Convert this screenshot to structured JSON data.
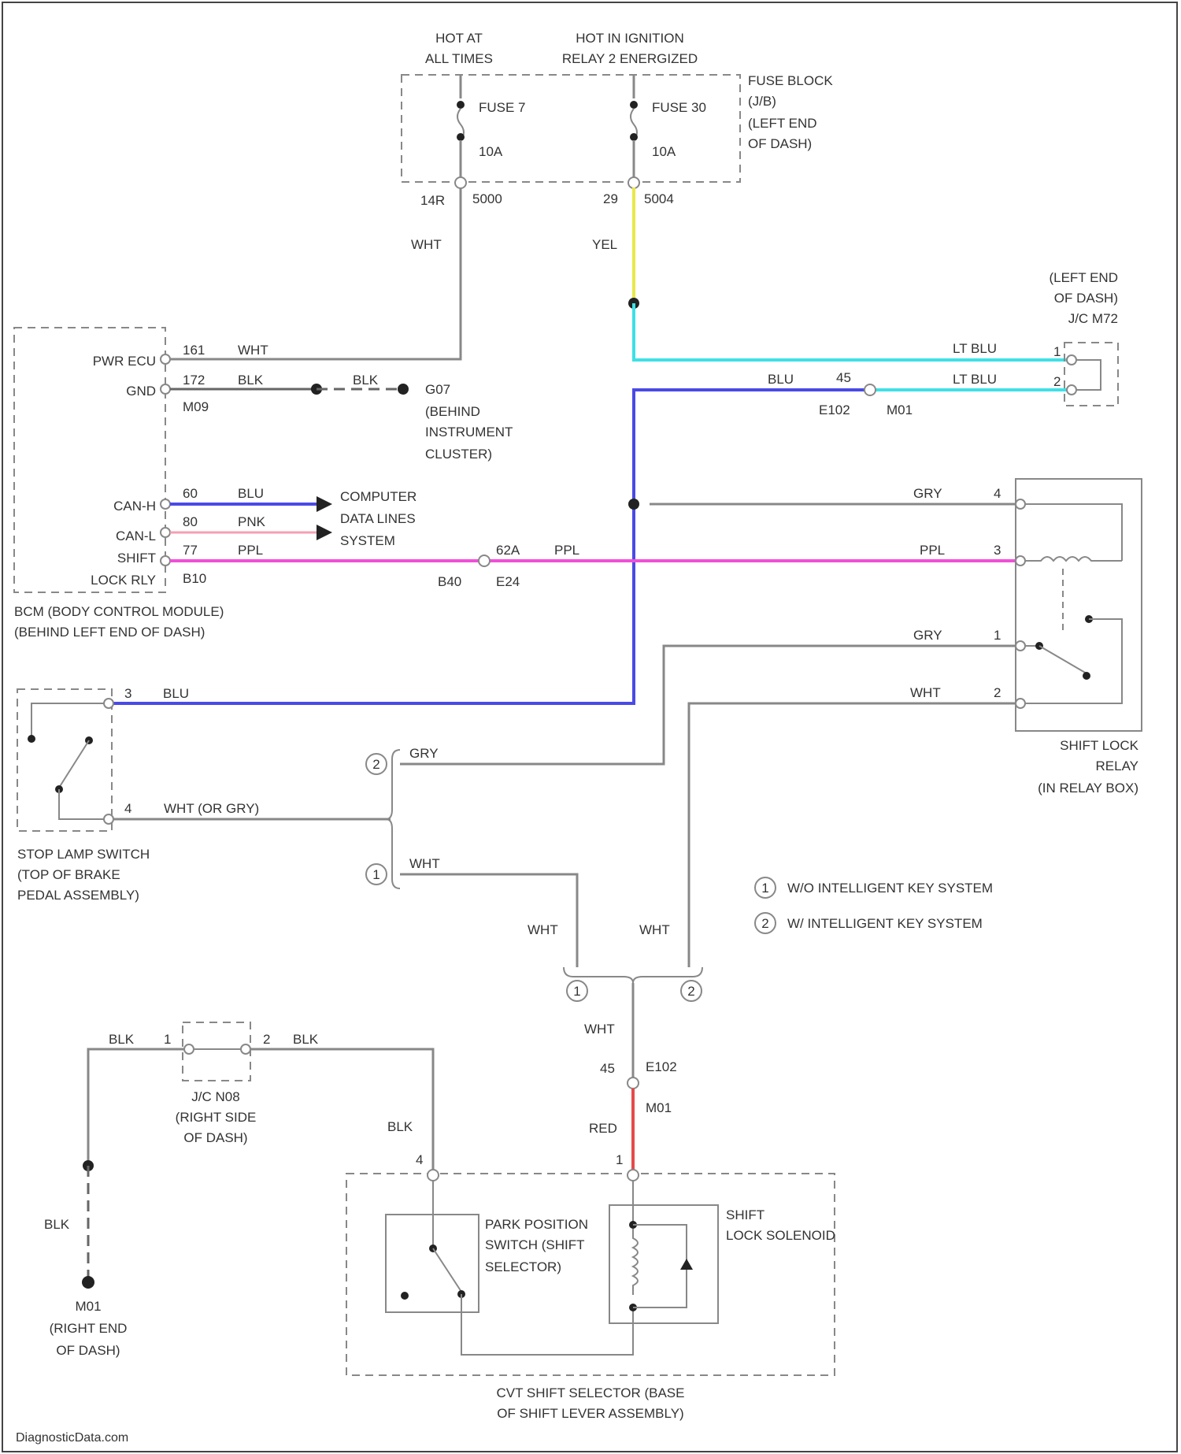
{
  "fuse_block": {
    "hot_at_all_times": [
      "HOT AT",
      "ALL TIMES"
    ],
    "hot_in_ignition": [
      "HOT IN IGNITION",
      "RELAY 2 ENERGIZED"
    ],
    "fuse_7": "FUSE 7",
    "fuse_7_amps": "10A",
    "fuse_30": "FUSE 30",
    "fuse_30_amps": "10A",
    "label": [
      "FUSE BLOCK",
      "(J/B)",
      "(LEFT END",
      "OF DASH)"
    ],
    "pin_left": "14R",
    "conn_left": "5000",
    "pin_right": "29",
    "conn_right": "5004"
  },
  "wires": {
    "wht": "WHT",
    "yel": "YEL",
    "blk": "BLK",
    "blu": "BLU",
    "lt_blu": "LT BLU",
    "pnk": "PNK",
    "ppl": "PPL",
    "gry": "GRY",
    "red": "RED",
    "wht_or_gry": "WHT  (OR GRY)"
  },
  "bcm": {
    "pwr_ecu": "PWR ECU",
    "gnd": "GND",
    "can_h": "CAN-H",
    "can_l": "CAN-L",
    "shift": "SHIFT",
    "lock_rly": "LOCK RLY",
    "pin_pwr": "161",
    "pin_gnd": "172",
    "conn_gnd": "M09",
    "pin_canh": "60",
    "pin_canl": "80",
    "pin_shift": "77",
    "conn_shift": "B10",
    "label": [
      "BCM (BODY CONTROL MODULE)",
      "(BEHIND LEFT END OF DASH)"
    ]
  },
  "ground_g07": {
    "label": [
      "G07",
      "(BEHIND",
      "INSTRUMENT",
      "CLUSTER)"
    ]
  },
  "data_lines": {
    "label": [
      "COMPUTER",
      "DATA LINES",
      "SYSTEM"
    ]
  },
  "jc_m72": {
    "label": [
      "(LEFT END",
      "OF DASH)",
      "J/C M72"
    ],
    "pin1": "1",
    "pin2": "2"
  },
  "connector_e102": {
    "pin": "45",
    "conn_a": "E102",
    "conn_b": "M01",
    "pin_bottom": "45",
    "conn_bottom_a": "E102",
    "conn_bottom_b": "M01"
  },
  "connector_e24": {
    "pin": "62A",
    "conn_a": "B40",
    "conn_b": "E24"
  },
  "relay": {
    "label": [
      "SHIFT LOCK",
      "RELAY",
      "(IN RELAY BOX)"
    ],
    "pin4": "4",
    "pin3": "3",
    "pin1": "1",
    "pin2": "2"
  },
  "stop_lamp": {
    "label": [
      "STOP LAMP SWITCH",
      "(TOP OF BRAKE",
      "PEDAL ASSEMBLY)"
    ],
    "pin3": "3",
    "pin4": "4"
  },
  "legend": {
    "ref1": "1",
    "ref2": "2",
    "item1": "W/O INTELLIGENT KEY SYSTEM",
    "item2": "W/ INTELLIGENT KEY SYSTEM"
  },
  "jc_n08": {
    "label": [
      "J/C N08",
      "(RIGHT SIDE",
      "OF DASH)"
    ],
    "pin1": "1",
    "pin2": "2"
  },
  "ground_m01": {
    "label": [
      "M01",
      "(RIGHT END",
      "OF DASH)"
    ]
  },
  "selector": {
    "label": [
      "CVT SHIFT SELECTOR (BASE",
      "OF SHIFT LEVER ASSEMBLY)"
    ],
    "park_switch": [
      "PARK POSITION",
      "SWITCH (SHIFT",
      "SELECTOR)"
    ],
    "solenoid": [
      "SHIFT",
      "LOCK SOLENOID"
    ],
    "pin4": "4",
    "pin1": "1"
  },
  "footer": "DiagnosticData.com"
}
